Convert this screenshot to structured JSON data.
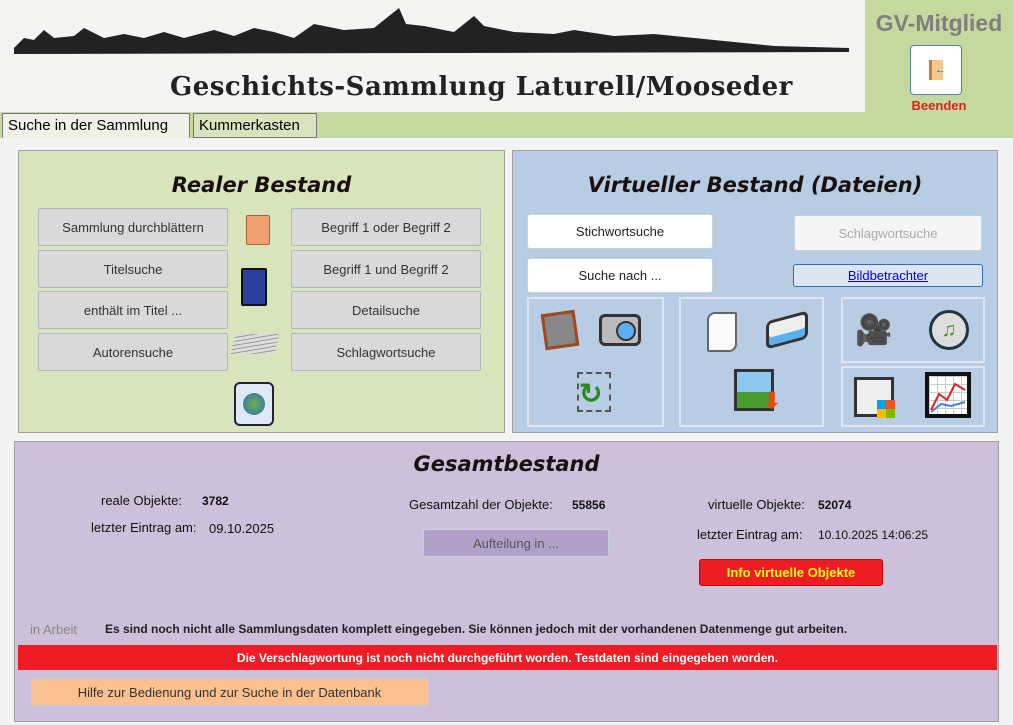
{
  "header": {
    "title": "Geschichts-Sammlung Laturell/Mooseder",
    "user_role": "GV-Mitglied",
    "exit_label": "Beenden"
  },
  "tabs": [
    {
      "label": "Suche in der Sammlung",
      "active": true
    },
    {
      "label": "Kummerkasten",
      "active": false
    }
  ],
  "real": {
    "title": "Realer Bestand",
    "buttons_left": [
      "Sammlung durchblättern",
      "Titelsuche",
      "enthält im Titel ...",
      "Autorensuche"
    ],
    "buttons_right": [
      "Begriff 1 oder Begriff 2",
      "Begriff 1 und Begriff 2",
      "Detailsuche",
      "Schlagwortsuche"
    ]
  },
  "virtual": {
    "title": "Virtueller Bestand (Dateien)",
    "stichwort": "Stichwortsuche",
    "suche_nach": "Suche nach ...",
    "schlagwort": "Schlagwortsuche",
    "bildbetrachter": "Bildbetrachter"
  },
  "total": {
    "title": "Gesamtbestand",
    "real_label": "reale Objekte:",
    "real_value": "3782",
    "real_last_label": "letzter Eintrag am:",
    "real_last_value": "09.10.2025",
    "total_label": "Gesamtzahl der Objekte:",
    "total_value": "55856",
    "split_button": "Aufteilung in ...",
    "virtual_label": "virtuelle Objekte:",
    "virtual_value": "52074",
    "virtual_last_label": "letzter Eintrag am:",
    "virtual_last_value": "10.10.2025 14:06:25",
    "info_button": "Info virtuelle Objekte",
    "status": "in Arbeit",
    "notice": "Es sind noch nicht alle Sammlungsdaten komplett eingegeben.  Sie können  jedoch mit der vorhandenen Datenmenge gut arbeiten.",
    "warning": "Die Verschlagwortung ist noch nicht durchgeführt worden. Testdaten sind eingegeben worden.",
    "help_button": "Hilfe zur Bedienung und zur Suche in der Datenbank"
  },
  "colors": {
    "green_panel": "#d8e4bc",
    "blue_panel": "#b8cce4",
    "purple_panel": "#ccc0da",
    "red": "#ee1c25"
  }
}
